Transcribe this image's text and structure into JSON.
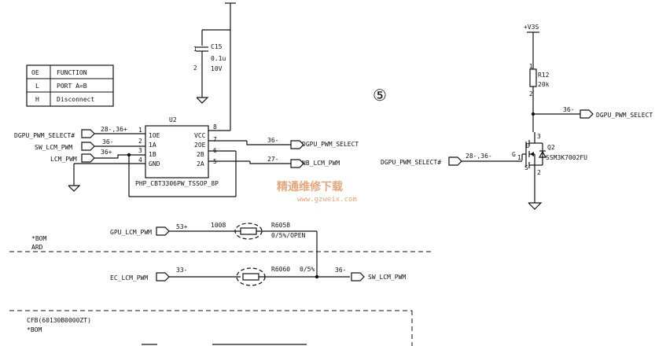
{
  "truth_table": {
    "header": [
      "OE",
      "FUNCTION"
    ],
    "rows": [
      [
        "L",
        "PORT A=B"
      ],
      [
        "H",
        "Disconnect"
      ]
    ]
  },
  "capacitor": {
    "ref": "C15",
    "value": "0.1u",
    "voltage": "10V",
    "pin1": "1",
    "pin2": "2"
  },
  "ic": {
    "ref": "U2",
    "part": "PHP_CBT3306PW_TSSOP_8P",
    "left_pins": [
      {
        "num": "1",
        "name": "1OE"
      },
      {
        "num": "2",
        "name": "1A"
      },
      {
        "num": "3",
        "name": "1B"
      },
      {
        "num": "4",
        "name": "GND"
      }
    ],
    "right_pins": [
      {
        "num": "8",
        "name": "VCC"
      },
      {
        "num": "7",
        "name": "2OE"
      },
      {
        "num": "6",
        "name": "2B"
      },
      {
        "num": "5",
        "name": "2A"
      }
    ]
  },
  "left_nets": [
    {
      "name": "DGPU_PWM_SELECT#",
      "ref": "28-,36+"
    },
    {
      "name": "SW_LCM_PWM",
      "ref": "36-"
    },
    {
      "name": "LCM_PWM",
      "ref": "36+"
    }
  ],
  "right_nets": [
    {
      "name": "DGPU_PWM_SELECT",
      "ref": "36-"
    },
    {
      "name": "NB_LCM_PWM",
      "ref": "27-"
    }
  ],
  "circle_number": "⑤",
  "power": {
    "name": "+V3S"
  },
  "r12": {
    "ref": "R12",
    "value": "20k",
    "pin1": "1",
    "pin2": "2"
  },
  "q2": {
    "ref": "Q2",
    "part": "SSM3K7002FU",
    "pin_d": "3",
    "pin_g": "1",
    "pin_s": "2",
    "label_d": "D",
    "label_g": "G",
    "label_s": "S"
  },
  "mosfet_nets": {
    "out_name": "DGPU_PWM_SELECT",
    "out_ref": "36-",
    "in_name": "DGPU_PWM_SELECT#",
    "in_ref": "28-,36-"
  },
  "watermark": {
    "cn": "精通维修下载",
    "url": "www.gzweix.com"
  },
  "bom_top": {
    "line1": "*BOM",
    "line2": "ARD"
  },
  "gpu_net": {
    "name": "GPU_LCM_PWM",
    "ref": "53+",
    "note": "1008"
  },
  "r6058": {
    "ref": "R6058",
    "value": "0/5%/OPEN"
  },
  "ec_net": {
    "name": "EC_LCM_PWM",
    "ref": "33-"
  },
  "r6060": {
    "ref": "R6060",
    "value": "0/5%"
  },
  "out_net": {
    "name": "SW_LCM_PWM",
    "ref": "36-"
  },
  "bom_bottom": {
    "line1": "CFB(60130B0000ZT)",
    "line2": "*BOM"
  }
}
